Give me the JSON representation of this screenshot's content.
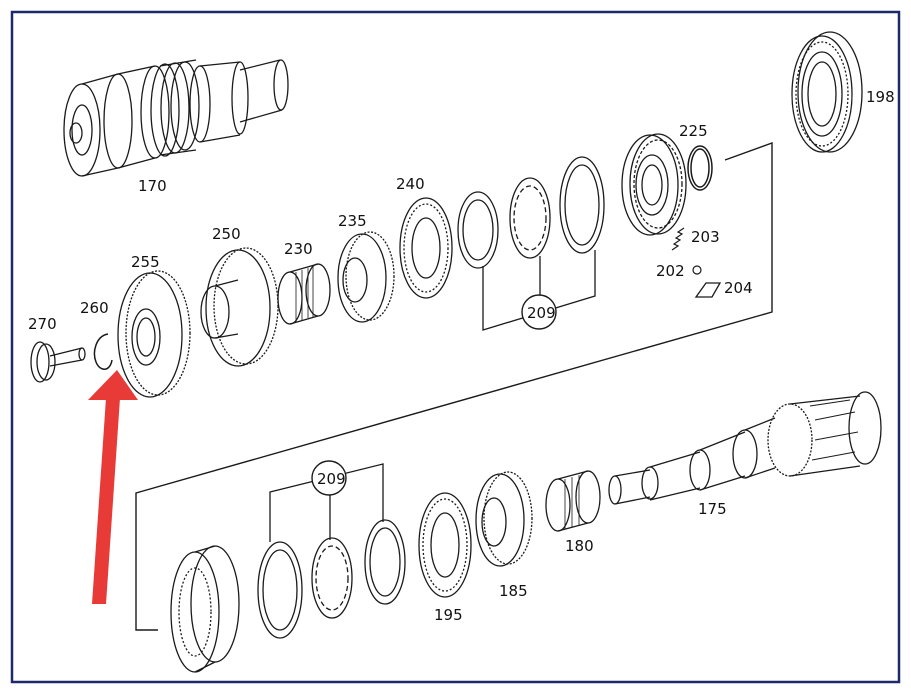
{
  "frame_color": "#1b2a6b",
  "arrow_color": "#e83a36",
  "labels": {
    "p170": "170",
    "p198": "198",
    "p225": "225",
    "p240": "240",
    "p235": "235",
    "p250": "250",
    "p230": "230",
    "p255": "255",
    "p260": "260",
    "p270": "270",
    "p203": "203",
    "p202": "202",
    "p204": "204",
    "p209a": "209",
    "p209b": "209",
    "p175": "175",
    "p180": "180",
    "p185": "185",
    "p195": "195"
  },
  "arrow": {
    "icon": "pointer-arrow-icon",
    "points_to": "255"
  }
}
